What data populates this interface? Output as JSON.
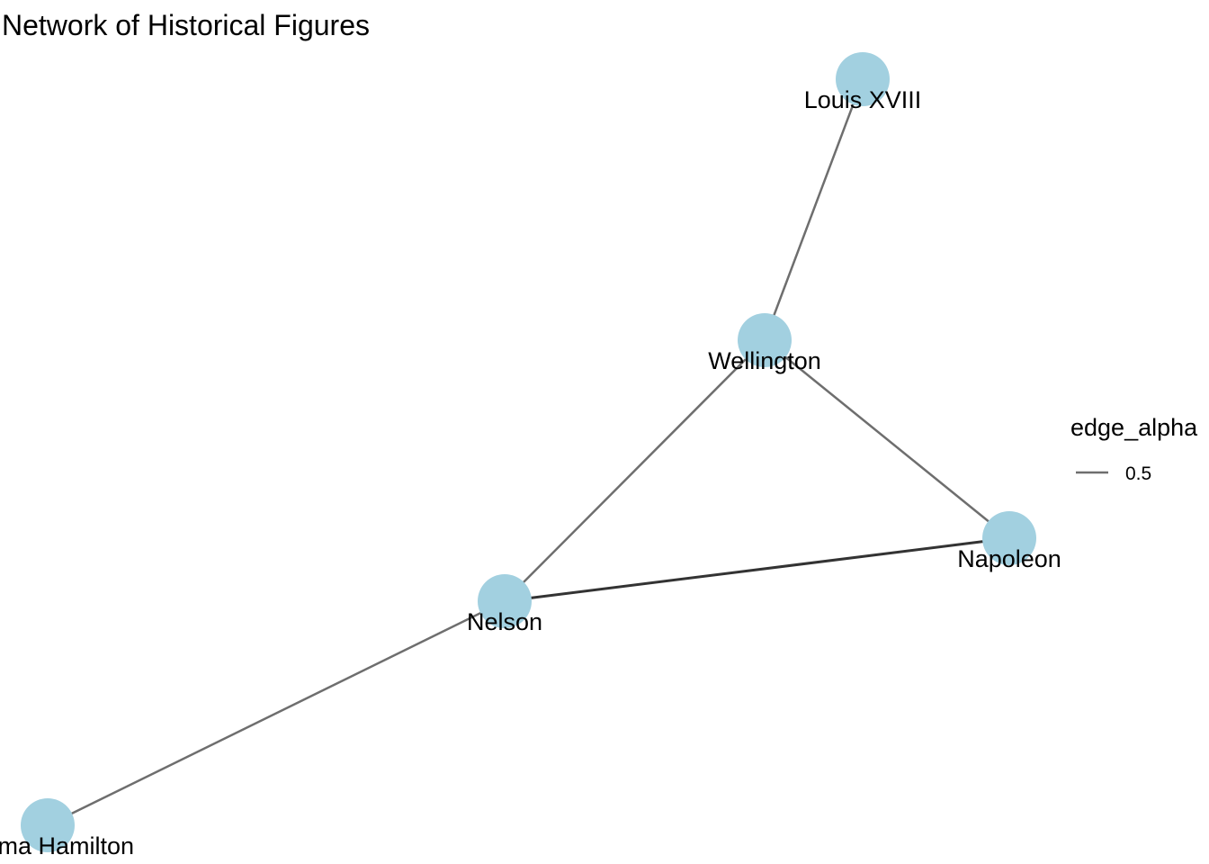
{
  "title": "Network of Historical Figures",
  "colors": {
    "node_fill": "#a2d0e0",
    "edge": "#6e6e6e",
    "edge_overlap": "#333333",
    "text": "#000000"
  },
  "nodes": [
    {
      "id": "louis",
      "label": "Louis XVIII"
    },
    {
      "id": "wellington",
      "label": "Wellington"
    },
    {
      "id": "napoleon",
      "label": "Napoleon"
    },
    {
      "id": "nelson",
      "label": "Nelson"
    },
    {
      "id": "emma",
      "label": "Emma Hamilton"
    }
  ],
  "edges": [
    {
      "from": "louis",
      "to": "wellington"
    },
    {
      "from": "wellington",
      "to": "nelson"
    },
    {
      "from": "wellington",
      "to": "napoleon"
    },
    {
      "from": "nelson",
      "to": "napoleon",
      "overlapping": true
    },
    {
      "from": "nelson",
      "to": "emma"
    }
  ],
  "legend": {
    "title": "edge_alpha",
    "items": [
      {
        "label": "0.5"
      }
    ]
  }
}
